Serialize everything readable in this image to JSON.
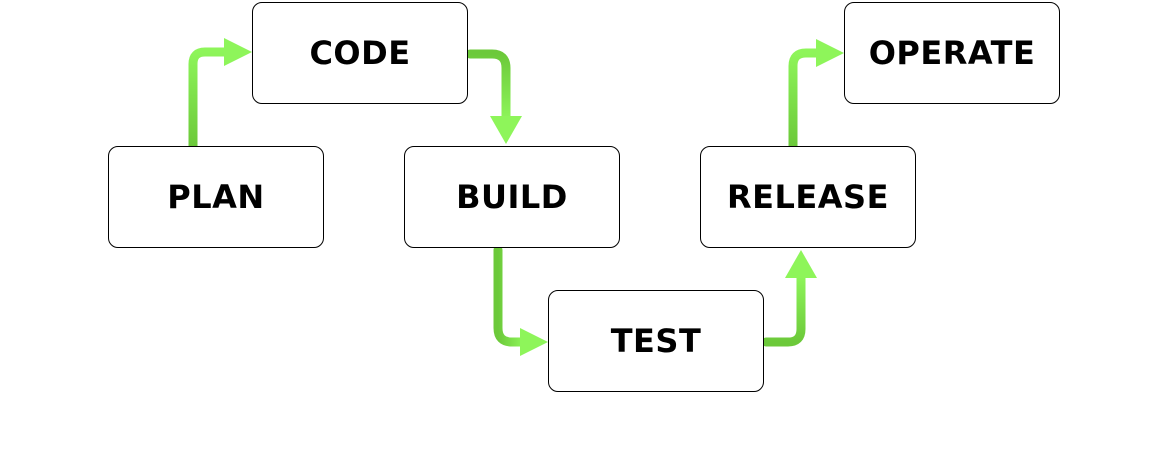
{
  "diagram": {
    "stages": [
      {
        "id": "plan",
        "label": "PLAN"
      },
      {
        "id": "code",
        "label": "CODE"
      },
      {
        "id": "build",
        "label": "BUILD"
      },
      {
        "id": "test",
        "label": "TEST"
      },
      {
        "id": "release",
        "label": "RELEASE"
      },
      {
        "id": "operate",
        "label": "OPERATE"
      }
    ],
    "flow": [
      "plan",
      "code",
      "build",
      "test",
      "release",
      "operate"
    ],
    "colors": {
      "arrow_start": "#6cc93a",
      "arrow_end": "#8ef55a",
      "box_border": "#000000",
      "text": "#000000"
    }
  }
}
